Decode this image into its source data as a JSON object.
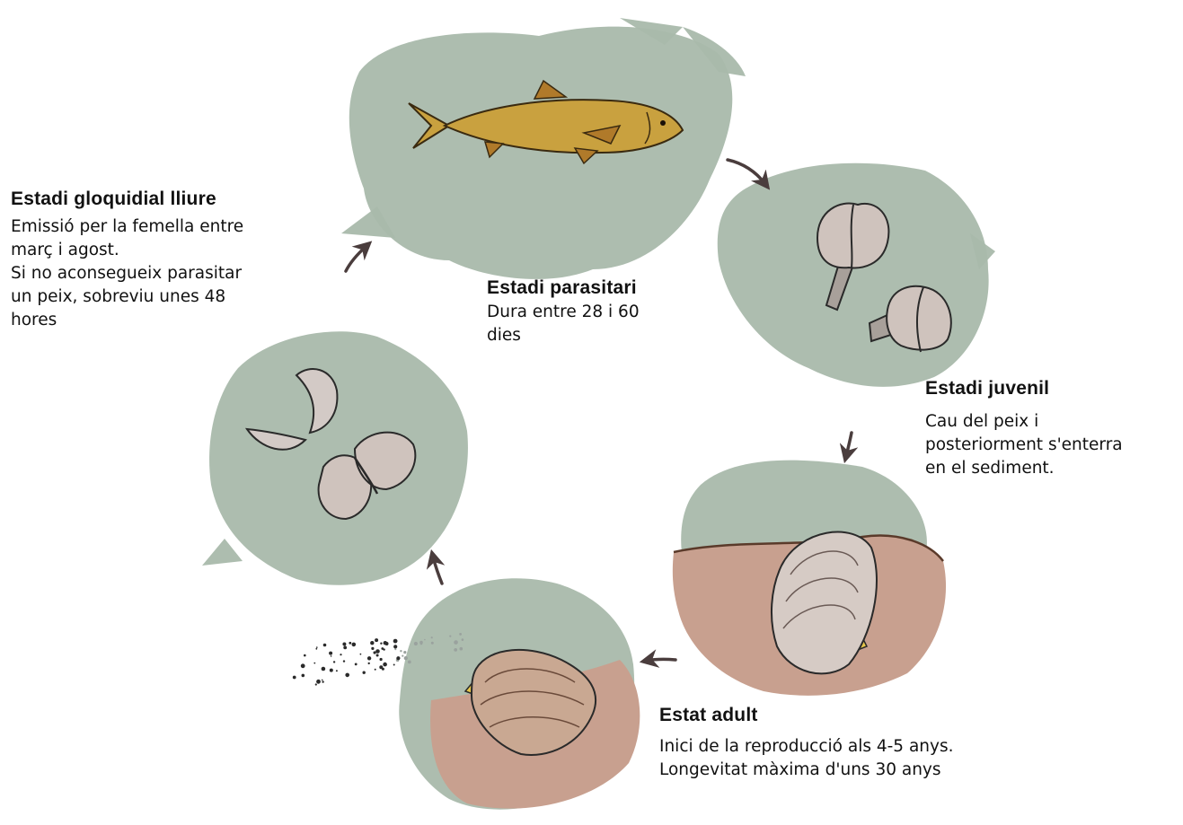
{
  "colors": {
    "water": "#a9b9ab",
    "sediment": "#c8a08f",
    "fish": "#c9a13f",
    "shell": "#cfc3bd",
    "arrow": "#4a3d3d",
    "text": "#111111"
  },
  "stages": {
    "free": {
      "title": "Estadi gloquidial lliure",
      "lines": [
        "Emissió per la femella entre",
        "març i agost.",
        "Si no aconsegueix parasitar",
        "un peix, sobreviu unes 48",
        "hores"
      ]
    },
    "parasitic": {
      "title": "Estadi parasitari",
      "lines": [
        "Dura entre 28 i 60",
        "dies"
      ]
    },
    "juvenile": {
      "title": "Estadi juvenil",
      "lines": [
        "Cau del peix i",
        "posteriorment s'enterra",
        "en el sediment."
      ]
    },
    "adult": {
      "title": "Estat adult",
      "lines": [
        "Inici de la reproducció als 4-5 anys.",
        "Longevitat màxima d'uns 30 anys"
      ]
    }
  },
  "icons": {
    "fish": "fish-icon",
    "glochidia": "glochidia-icon",
    "juvenile": "juvenile-mussel-icon",
    "adult": "buried-mussel-icon",
    "adult_spawning": "spawning-mussel-icon",
    "arrow": "cycle-arrow-icon"
  }
}
